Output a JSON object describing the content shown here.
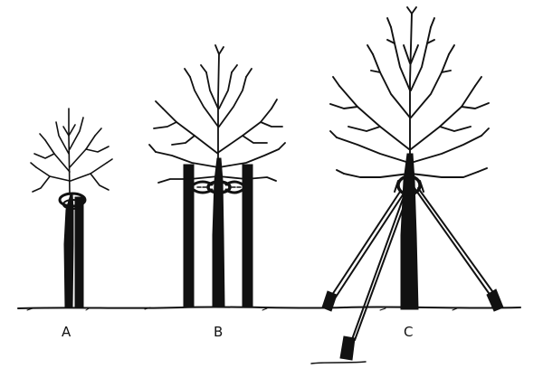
{
  "figure": {
    "labels": {
      "a": "A",
      "b": "B",
      "c": "C"
    },
    "colors": {
      "ink": "#111111",
      "background": "#ffffff"
    }
  }
}
